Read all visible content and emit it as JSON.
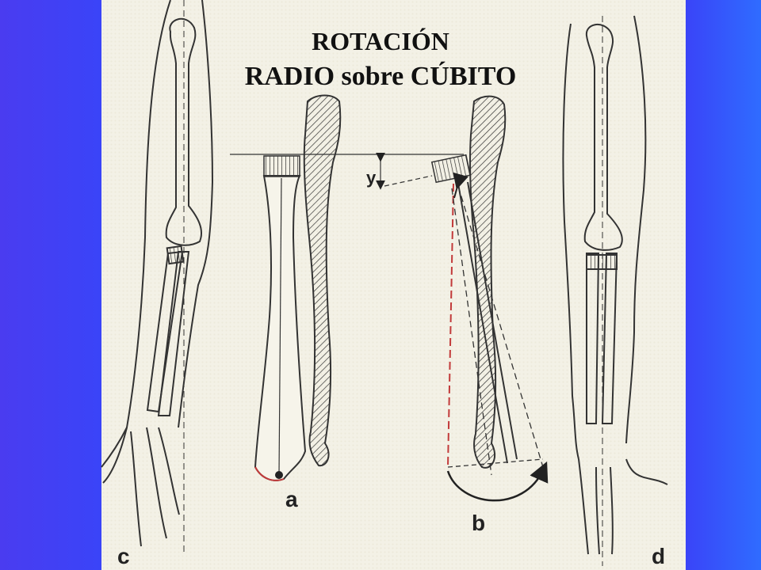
{
  "title": {
    "line1": "ROTACIÓN",
    "line2": "RADIO sobre CÚBITO"
  },
  "labels": {
    "a": "a",
    "b": "b",
    "c": "c",
    "d": "d",
    "y": "y"
  },
  "colors": {
    "background": "#3a44f8",
    "panel": "#f3f1e6",
    "ink": "#222222",
    "red_outline": "#c23a3a"
  }
}
